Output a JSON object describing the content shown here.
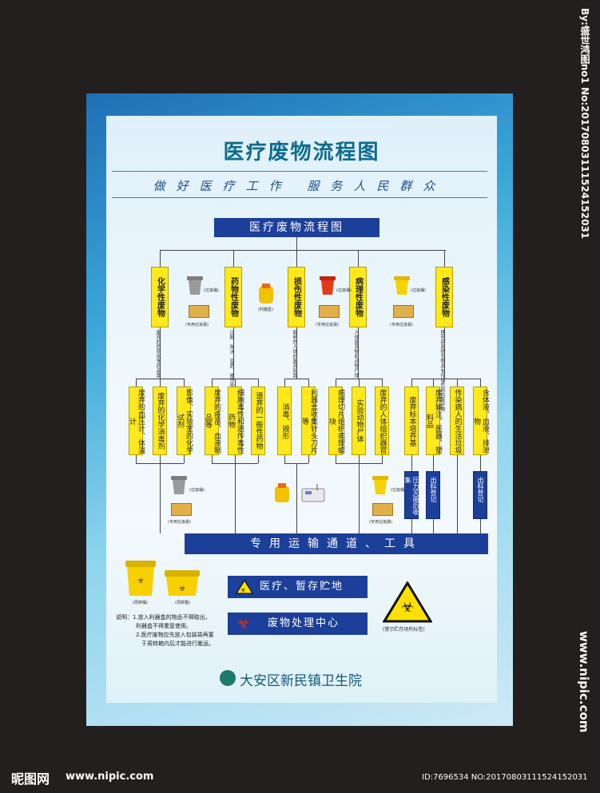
{
  "poster": {
    "title": "医疗废物流程图",
    "slogan": "做好医疗工作  服务人民群众",
    "header_box": "医疗废物流程图",
    "transport": "专用运输通道、工具",
    "storage": "医疗、暂存贮地",
    "center": "废物处理中心",
    "hospital": "大安区新民镇卫生院"
  },
  "categories": [
    {
      "label": "化学性废物",
      "bin_caption": "(垃圾桶)",
      "label2_caption": "(专用垃圾袋)",
      "desc": "废弃的危险化学药品类"
    },
    {
      "label": "药物性废物",
      "bin_caption": "(利器盒)",
      "desc": "过期、淘汰、变质、被污染的废弃药品"
    },
    {
      "label": "损伤性废物",
      "bin_caption": "(垃圾桶)",
      "label2_caption": "(专用垃圾袋)",
      "desc": "能刺伤人体的废弃锐器"
    },
    {
      "label": "病理性废物",
      "bin_caption": "(垃圾桶)",
      "label2_caption": "(专用垃圾袋)",
      "desc": "人体废弃物和动物尸体"
    },
    {
      "label": "感染性废物",
      "desc": "携带病原微生物具有传播危险的废弃物"
    }
  ],
  "subitems": [
    "废弃的血压计、体温计",
    "废弃的化学消毒剂",
    "影像、实验室的化学试剂",
    "废弃的疫苗、血液制品等",
    "细胞毒性和遗传毒性药物",
    "遗弃的一般性药物",
    "消毒、毁形",
    "利器盒收集针头刀片等",
    "病理切片组织病理蜡块",
    "实验动物尸体",
    "废弃的人体组织器官",
    "废弃标本培养基",
    "废弃输注、医器、塑料品",
    "传染病人的生活垃圾",
    "含体液、血液、排泄物"
  ],
  "blue_tags": [
    "压力灭菌后收集",
    "出科登记",
    "出科登记"
  ],
  "lower_captions": {
    "bin": "(垃圾桶)",
    "bag": "(专用垃圾袋)",
    "bin2": "(垃圾桶)",
    "bag2": "(专用垃圾袋)",
    "yellow_bin": "(周转桶)",
    "yellow_box": "(周转箱)",
    "warning": "(警示贮存场所标签)"
  },
  "notes": [
    "说明：1.放入利器盒的物品不得取出，",
    "利器盒不得重复使用。",
    "2.医疗废物应先放入包装袋再置",
    "于周转箱内后才能进行搬运。"
  ],
  "watermarks": {
    "right_vertical": "By:盛世鸿图no1 No:20170803111524152031",
    "right_bottom": "www.nipic.com",
    "bottom_left_brand": "昵图网",
    "bottom_left_url": "www.nipic.com",
    "bottom_right_id": "ID:7696534 NO:20170803111524152031"
  },
  "colors": {
    "yellow": "#ffe91a",
    "navy": "#1c3f9a",
    "title_teal": "#0f6b8e"
  }
}
